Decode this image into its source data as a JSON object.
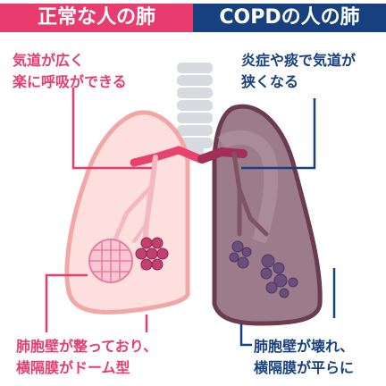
{
  "left_panel": {
    "header": "正常な人の肺",
    "caption_top": [
      "気道が広く",
      "楽に呼吸ができる"
    ],
    "caption_bottom": [
      "肺胞壁が整っており、",
      "横隔膜がドーム型"
    ]
  },
  "right_panel": {
    "header": "COPDの人の肺",
    "caption_top": [
      "炎症や痰で気道が",
      "狭くなる"
    ],
    "caption_bottom": [
      "肺胞壁が壊れ、",
      "横隔膜が平らに"
    ]
  },
  "colors": {
    "normal_accent": "#e83c6e",
    "copd_accent": "#17407f",
    "normal_lung_fill": "#fde0de",
    "copd_lung_fill": "#9c7c8a",
    "trachea": "#d7dadf"
  }
}
